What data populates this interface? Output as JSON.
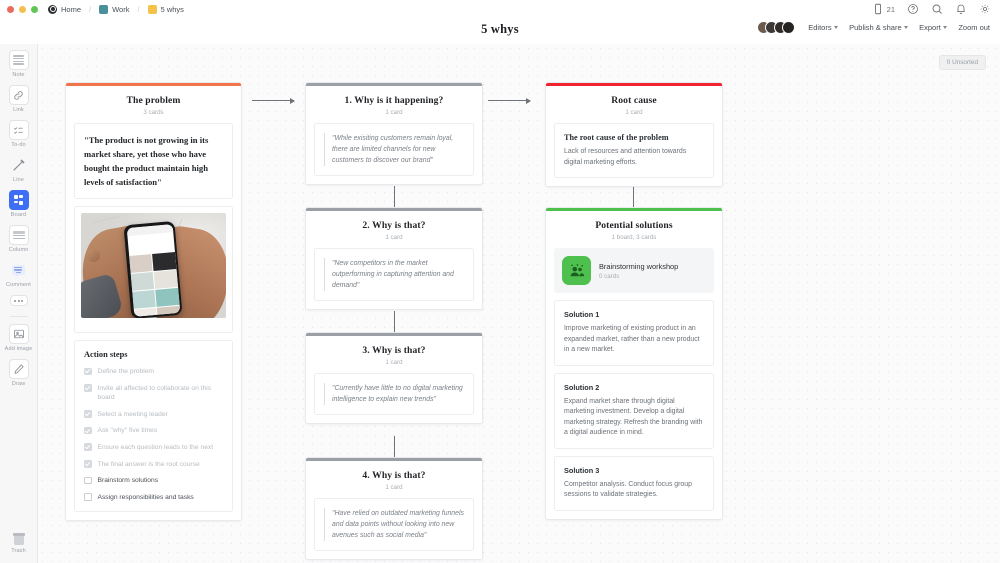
{
  "window": {
    "breadcrumb": [
      {
        "label": "Home",
        "icon": "home-icon"
      },
      {
        "label": "Work",
        "icon": "folder-teal-icon"
      },
      {
        "label": "5 whys",
        "icon": "folder-yellow-icon"
      }
    ],
    "top_icons": [
      {
        "name": "mobile-preview-icon",
        "count": "21"
      },
      {
        "name": "help-icon"
      },
      {
        "name": "search-icon"
      },
      {
        "name": "notifications-icon"
      },
      {
        "name": "settings-icon"
      }
    ]
  },
  "header": {
    "title": "5 whys",
    "actions": [
      {
        "label": "Editors",
        "caret": true
      },
      {
        "label": "Publish & share",
        "caret": true
      },
      {
        "label": "Export",
        "caret": true
      },
      {
        "label": "Zoom out",
        "caret": false
      }
    ]
  },
  "toolbar": {
    "tools": [
      {
        "label": "Note",
        "icon": "note-icon",
        "active": false
      },
      {
        "label": "Link",
        "icon": "link-icon",
        "active": false
      },
      {
        "label": "To-do",
        "icon": "todo-icon",
        "active": false
      },
      {
        "label": "Line",
        "icon": "line-icon",
        "active": false
      },
      {
        "label": "Board",
        "icon": "board-icon",
        "active": true
      },
      {
        "label": "Column",
        "icon": "column-icon",
        "active": false
      },
      {
        "label": "Comment",
        "icon": "comment-icon",
        "active": false
      },
      {
        "label": "",
        "icon": "more-icon",
        "active": false
      },
      {
        "label": "Add image",
        "icon": "add-image-icon",
        "active": false
      },
      {
        "label": "Draw",
        "icon": "draw-icon",
        "active": false
      }
    ],
    "trash_label": "Trash"
  },
  "canvas": {
    "unsorted_badge": "0 Unsorted",
    "columns": [
      {
        "id": "problem",
        "title": "The problem",
        "subtitle": "3 cards",
        "accent": "#f2744a",
        "cards": [
          {
            "type": "quote-serif",
            "text": "\"The product is not growing in its market share, yet those who have bought the product maintain high levels of satisfaction\""
          },
          {
            "type": "image",
            "alt": "hands holding a smartphone on a marble table"
          },
          {
            "type": "checklist",
            "title": "Action steps",
            "items": [
              {
                "label": "Define the problem",
                "checked": true
              },
              {
                "label": "Invite all affected to collaborate on this board",
                "checked": true
              },
              {
                "label": "Select a meeting leader",
                "checked": true
              },
              {
                "label": "Ask \"why\" five times",
                "checked": true
              },
              {
                "label": "Ensure each question leads to the next",
                "checked": true
              },
              {
                "label": "The final answer is the root course",
                "checked": true
              },
              {
                "label": "Brainstorm solutions",
                "checked": false
              },
              {
                "label": "Assign responsibilities and tasks",
                "checked": false
              }
            ]
          }
        ]
      },
      {
        "id": "why1",
        "title": "1. Why is it happening?",
        "subtitle": "1 card",
        "accent": "#9aa0a6",
        "cards": [
          {
            "type": "quote-italic",
            "text": "\"While exisiting customers remain loyal, there are limited channels for new customers to discover our brand\""
          }
        ]
      },
      {
        "id": "why2",
        "title": "2. Why is that?",
        "subtitle": "1 card",
        "accent": "#9aa0a6",
        "cards": [
          {
            "type": "quote-italic",
            "text": "\"New competitors in the market outperforming in capturing attention and demand\""
          }
        ]
      },
      {
        "id": "why3",
        "title": "3. Why is that?",
        "subtitle": "1 card",
        "accent": "#9aa0a6",
        "cards": [
          {
            "type": "quote-italic",
            "text": "\"Currently have little to no digital marketing intelligence to explain new trends\""
          }
        ]
      },
      {
        "id": "why4",
        "title": "4. Why is that?",
        "subtitle": "1 card",
        "accent": "#9aa0a6",
        "cards": [
          {
            "type": "quote-italic",
            "text": "\"Have relied on outdated marketing funnels and data points without looking into new avenues such as social media\""
          }
        ]
      },
      {
        "id": "root",
        "title": "Root cause",
        "subtitle": "1 card",
        "accent": "#f0232f",
        "cards": [
          {
            "type": "titled",
            "title": "The root cause of the problem",
            "text": "Lack of resources and attention towards digital marketing efforts."
          }
        ]
      },
      {
        "id": "solutions",
        "title": "Potential solutions",
        "subtitle": "1 board, 3 cards",
        "accent": "#4ec04e",
        "cards": [
          {
            "type": "board",
            "name": "Brainstorming workshop",
            "sub": "0 cards",
            "icon": "people-icon",
            "color": "#4ec04e"
          },
          {
            "type": "titled",
            "title": "Solution 1",
            "text": "Improve marketing of existing product in an expanded market, rather than a new product in a new market."
          },
          {
            "type": "titled",
            "title": "Solution 2",
            "text": "Expand market share through digital marketing investment. Develop a digital marketing strategy. Refresh the branding with a digital audience in mind."
          },
          {
            "type": "titled",
            "title": "Solution 3",
            "text": "Competitor analysis. Conduct focus group sessions to validate strategies."
          }
        ]
      }
    ]
  }
}
